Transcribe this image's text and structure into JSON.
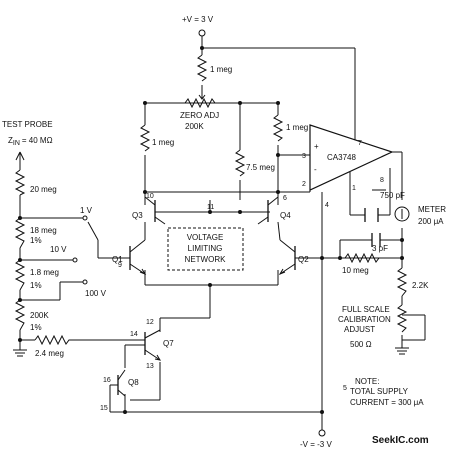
{
  "supply_pos": "+V = 3 V",
  "supply_neg": "-V = -3 V",
  "probe": {
    "title": "TEST PROBE",
    "zin": "Z",
    "zin_sub": "IN",
    "zin_val": "= 40 MΩ"
  },
  "divider": {
    "r1": "20 meg",
    "r2": "18 meg",
    "r2_tol": "1%",
    "r3": "1.8 meg",
    "r3_tol": "1%",
    "r4": "200K",
    "r4_tol": "1%"
  },
  "switch": {
    "pos1": "1 V",
    "pos2": "10 V",
    "pos3": "100 V"
  },
  "top_res": "1 meg",
  "zero_adj": {
    "label": "ZERO ADJ",
    "value": "200K"
  },
  "left_res": "1 meg",
  "right_res": "1 meg",
  "mid_res": "7.5 meg",
  "network": {
    "line1": "VOLTAGE",
    "line2": "LIMITING",
    "line3": "NETWORK"
  },
  "opamp": {
    "name": "CA3748",
    "plus": "+",
    "minus": "-"
  },
  "comp_cap": "750 pF",
  "fb_cap": "3 pF",
  "fb_res": "10 meg",
  "meter": {
    "label": "METER",
    "value": "200 μA"
  },
  "r_22k": "2.2K",
  "cal": {
    "line1": "FULL SCALE",
    "line2": "CALIBRATION",
    "line3": "ADJUST",
    "value": "500 Ω"
  },
  "base_res": "2.4 meg",
  "note": {
    "line1": "NOTE:",
    "line2": "TOTAL SUPPLY",
    "line3": "CURRENT = 300 μA"
  },
  "transistors": {
    "q1": "Q1",
    "q2": "Q2",
    "q3": "Q3",
    "q4": "Q4",
    "q7": "Q7",
    "q8": "Q8"
  },
  "pins": {
    "p1": "1",
    "p2": "2",
    "p3": "3",
    "p4": "4",
    "p5": "5",
    "p6": "6",
    "p7": "7",
    "p8": "8",
    "p9": "9",
    "p10": "10",
    "p11": "11",
    "p12": "12",
    "p13": "13",
    "p14": "14",
    "p15": "15",
    "p16": "16"
  },
  "watermark": "SeekIC.com"
}
